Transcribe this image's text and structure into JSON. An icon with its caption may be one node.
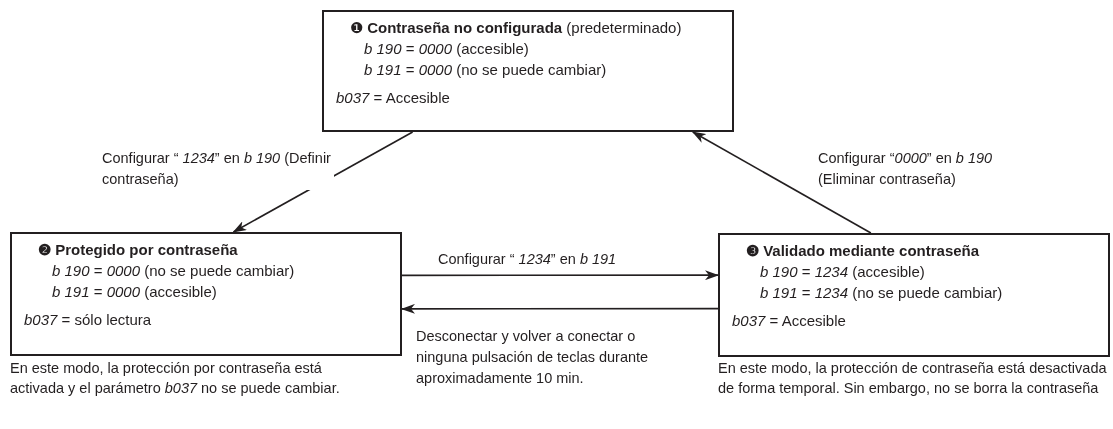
{
  "diagram": {
    "nodes": [
      {
        "text": [
          "❶ **Contraseña no configurada** (predeterminado)",
          "*b 190* = *0000* (accesible)",
          "*b 191* = *0000* (no se puede cambiar)",
          "*b037* = Accesible"
        ]
      },
      {
        "text": [
          "❷ Protegido por contraseña",
          "*b 190* = *0000* (no se puede cambiar)",
          "*b 191* = *0000* (accesible)",
          "*b037* = sólo lectura"
        ],
        "beside": [
          "En este modo, la protección por contraseña está activada y el parámetro *b037* no se puede cambiar."
        ]
      },
      {
        "text": [
          "❸ Validado mediante contraseña",
          "*b 190* = *1234* (accesible)",
          "*b 191* = *1234* (no se puede cambiar)",
          "*b037* = Accesible"
        ],
        "beside": [
          "En este modo, la protección de contraseña está desactivada de forma temporal. Sin embargo, no se borra la contraseña"
        ]
      }
    ],
    "edges": [
      {
        "from": 0,
        "to": 1,
        "arrow": "to",
        "label": "Configurar “ *1234*” en *b 190* (Definir contraseña)"
      },
      {
        "from": 1,
        "to": 2,
        "arrow": "to",
        "label": "Configurar “ *1234*” en *b 191*"
      },
      {
        "from": 2,
        "to": 1,
        "arrow": "to",
        "label": "Desconectar y volver a conectar o ninguna pulsación de teclas durante aproximadamente 10 min."
      },
      {
        "from": 2,
        "to": 0,
        "arrow": "to",
        "label": "Configurar “*0000*” en *b 190* (Eliminar contraseña)"
      }
    ]
  }
}
